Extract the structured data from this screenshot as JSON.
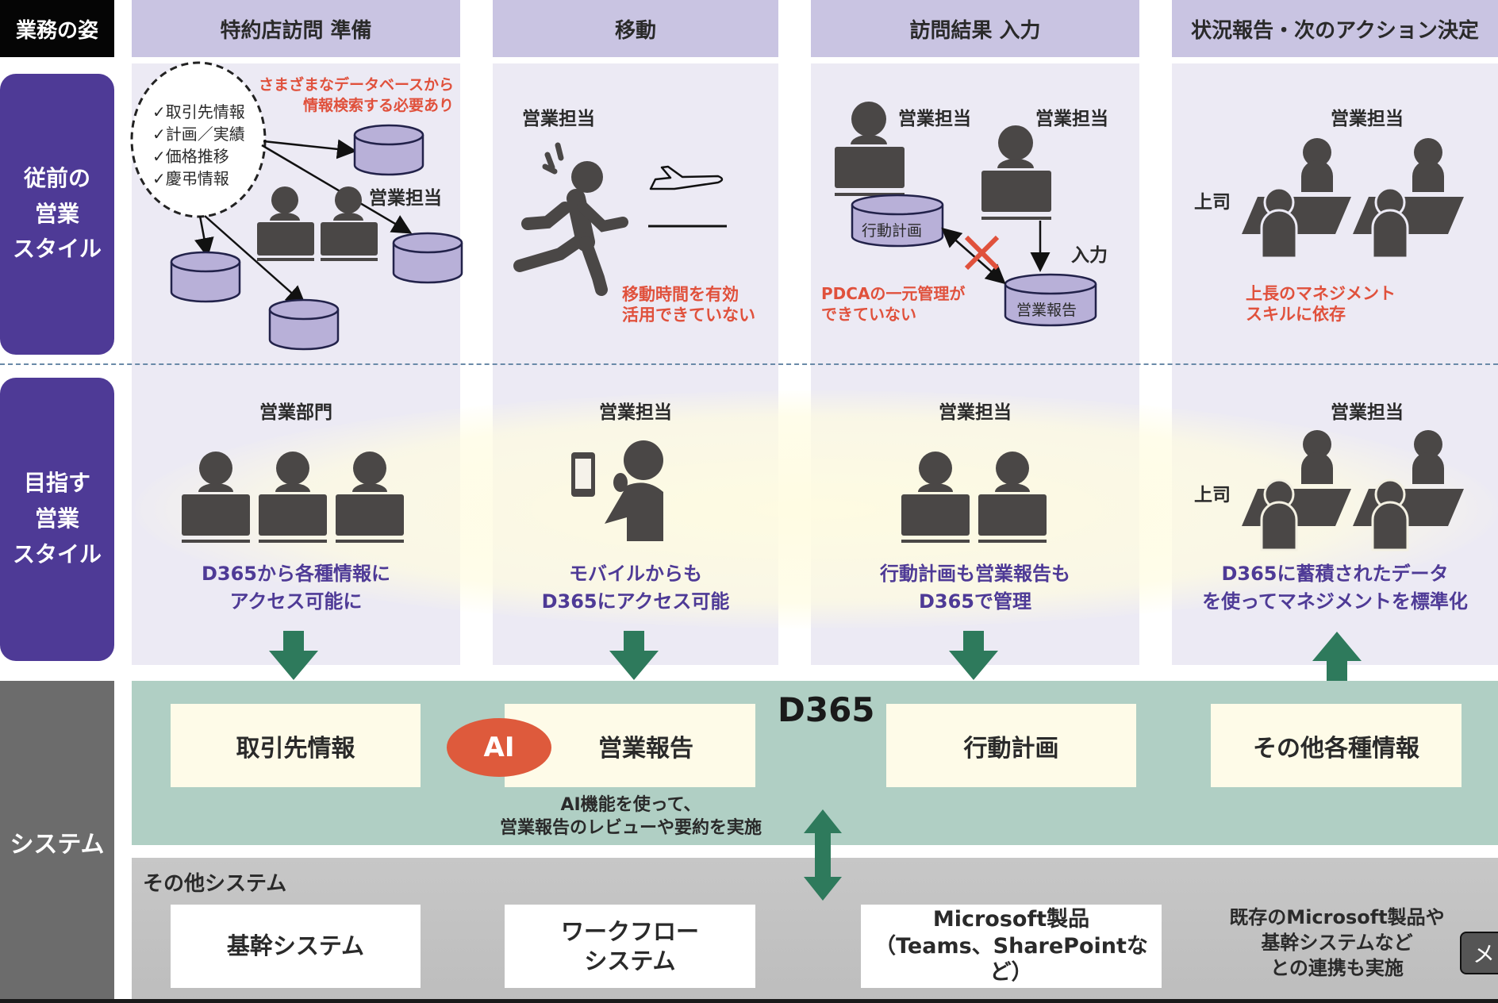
{
  "corner_label": "業務の姿",
  "columns": [
    {
      "header": "特約店訪問 準備"
    },
    {
      "header": "移動"
    },
    {
      "header": "訪問結果 入力"
    },
    {
      "header": "状況報告・次のアクション決定"
    }
  ],
  "rows": {
    "before": {
      "label_lines": [
        "従前の",
        "営業",
        "スタイル"
      ]
    },
    "target": {
      "label_lines": [
        "目指す",
        "営業",
        "スタイル"
      ]
    },
    "system": {
      "label": "システム"
    }
  },
  "before": {
    "prep": {
      "checklist": [
        "✓取引先情報",
        "✓計画／実績",
        "✓価格推移",
        "✓慶弔情報"
      ],
      "person_label": "営業担当",
      "issue_lines": [
        "さまざまなデータベースから",
        "情報検索する必要あり"
      ]
    },
    "travel": {
      "person_label": "営業担当",
      "issue_lines": [
        "移動時間を有効",
        "活用できていない"
      ]
    },
    "input": {
      "person_label_1": "営業担当",
      "person_label_2": "営業担当",
      "db_plan": "行動計画",
      "db_report": "営業報告",
      "input_label": "入力",
      "issue_lines": [
        "PDCAの一元管理が",
        "できていない"
      ]
    },
    "report": {
      "person_label": "営業担当",
      "boss_label": "上司",
      "issue_lines": [
        "上長のマネジメント",
        "スキルに依存"
      ]
    }
  },
  "target": {
    "prep": {
      "person_label": "営業部門",
      "desc_lines": [
        "D365から各種情報に",
        "アクセス可能に"
      ]
    },
    "travel": {
      "person_label": "営業担当",
      "desc_lines": [
        "モバイルからも",
        "D365にアクセス可能"
      ]
    },
    "input": {
      "person_label": "営業担当",
      "desc_lines": [
        "行動計画も営業報告も",
        "D365で管理"
      ]
    },
    "report": {
      "person_label": "営業担当",
      "boss_label": "上司",
      "desc_lines": [
        "D365に蓄積されたデータ",
        "を使ってマネジメントを標準化"
      ]
    }
  },
  "system": {
    "d365_title": "D365",
    "modules": [
      "取引先情報",
      "営業報告",
      "行動計画",
      "その他各種情報"
    ],
    "ai_badge": "AI",
    "ai_note_lines": [
      "AI機能を使って、",
      "営業報告のレビューや要約を実施"
    ],
    "other_title": "その他システム",
    "other_systems": [
      {
        "lines": [
          "基幹システム"
        ]
      },
      {
        "lines": [
          "ワークフロー",
          "システム"
        ]
      },
      {
        "lines": [
          "Microsoft製品",
          "（Teams、SharePointなど）"
        ]
      }
    ],
    "integration_note_lines": [
      "既存のMicrosoft製品や",
      "基幹システムなど",
      "との連携も実施"
    ]
  },
  "overlay_button": {
    "label": "メ"
  },
  "colors": {
    "header_lavender": "#c9c4e2",
    "label_purple": "#4e3a96",
    "issue_red": "#e0513c",
    "arrow_green": "#2e7a5c",
    "d365_green": "#b0cfc4",
    "module_cream": "#fefbe8",
    "ai_orange": "#de5a3c",
    "system_gray": "#6c6c6c"
  }
}
